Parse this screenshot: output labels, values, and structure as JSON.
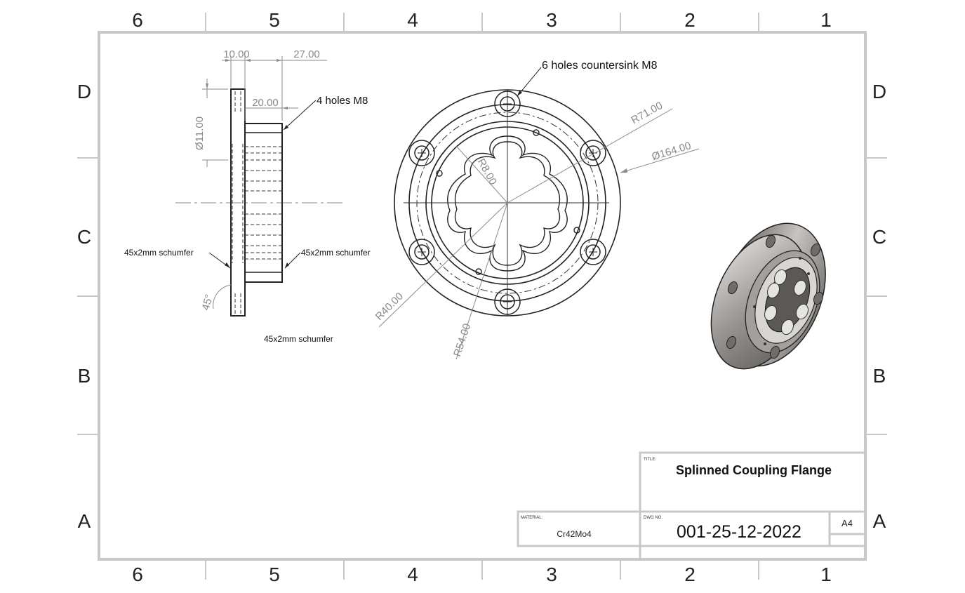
{
  "zones": {
    "columns": [
      "6",
      "5",
      "4",
      "3",
      "2",
      "1"
    ],
    "rows": [
      "D",
      "C",
      "B",
      "A"
    ]
  },
  "side_view": {
    "dims": {
      "d1": "10.00",
      "d2": "27.00",
      "d3": "20.00",
      "d4": "Ø11.00",
      "d5": "45°"
    },
    "notes": {
      "holes": "4 holes M8",
      "chamfer_left": "45x2mm schumfer",
      "chamfer_right": "45x2mm schumfer",
      "chamfer_bottom": "45x2mm schumfer"
    }
  },
  "front_view": {
    "note": "6 holes countersink M8",
    "dims": {
      "r71": "R71.00",
      "d164": "Ø164.00",
      "r8": "R8.00",
      "r40": "R40.00",
      "r54": "R54.00"
    }
  },
  "title_block": {
    "title_label": "TITLE:",
    "title": "Splinned Coupling Flange",
    "material_label": "MATERIAL:",
    "material": "Cr42Mo4",
    "dwg_label": "DWG NO.",
    "dwg_no": "001-25-12-2022",
    "size": "A4"
  },
  "colors": {
    "frame": "#c8c8c8",
    "line": "#222222",
    "dimension": "#8a8a8a"
  }
}
